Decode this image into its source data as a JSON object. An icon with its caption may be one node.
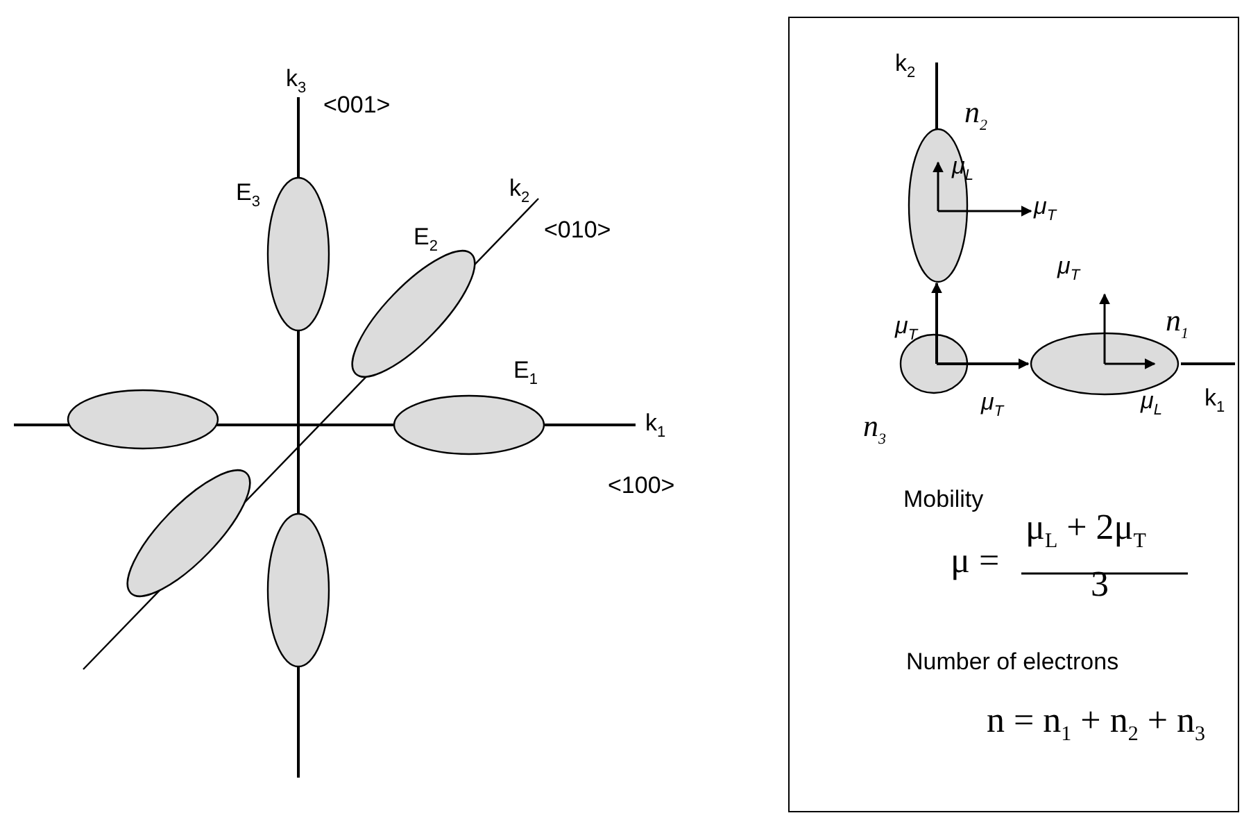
{
  "diagram": {
    "nodes": [
      {
        "text": [
          "Mobility",
          "μ =",
          "μ$_{L}$ + 2μ$_{T}$",
          "3",
          "Number of electrons",
          "n = n$_{1}$ + n$_{2}$ + n$_{3}$"
        ]
      }
    ],
    "labels": [
      "k$_{3}$",
      "<001>",
      "E$_{3}$",
      "k$_{2}$",
      "E$_{2}$",
      "<010>",
      "E$_{1}$",
      "k$_{1}$",
      "<100>",
      "k$_{2}$",
      "n$_{2}$",
      "μ$_{L}$",
      "μ$_{T}$",
      "μ$_{T}$",
      "μ$_{T}$",
      "n$_{1}$",
      "μ$_{T}$",
      "μ$_{L}$",
      "k$_{1}$",
      "n$_{3}$"
    ]
  }
}
